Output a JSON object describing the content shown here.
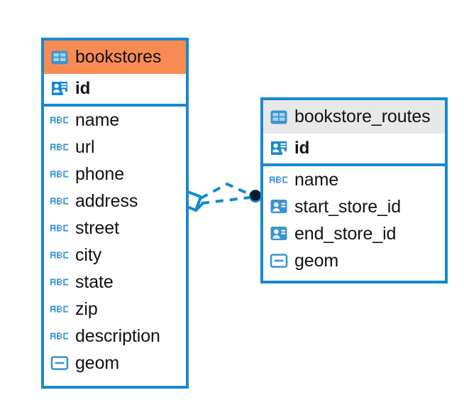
{
  "diagram": {
    "type": "entity-relationship-diagram",
    "colors": {
      "border": "#1789CE",
      "accent_header": "#F98B52",
      "muted_header": "#E8E8E8",
      "icon_blue": "#3C93D0",
      "link": "#1789CE",
      "endpoint": "#0B1A2B",
      "text": "#111111"
    },
    "entities": [
      {
        "name": "bookstores",
        "header_style": "accent",
        "icon": "table-icon",
        "primary_key": {
          "label": "id",
          "icon": "primary-key-icon",
          "type": "serial"
        },
        "fields": [
          {
            "label": "name",
            "icon": "text-abc-icon"
          },
          {
            "label": "url",
            "icon": "text-abc-icon"
          },
          {
            "label": "phone",
            "icon": "text-abc-icon"
          },
          {
            "label": "address",
            "icon": "text-abc-icon"
          },
          {
            "label": "street",
            "icon": "text-abc-icon"
          },
          {
            "label": "city",
            "icon": "text-abc-icon"
          },
          {
            "label": "state",
            "icon": "text-abc-icon"
          },
          {
            "label": "zip",
            "icon": "text-abc-icon"
          },
          {
            "label": "description",
            "icon": "text-abc-icon"
          },
          {
            "label": "geom",
            "icon": "geometry-icon"
          }
        ]
      },
      {
        "name": "bookstore_routes",
        "header_style": "muted",
        "icon": "table-icon",
        "primary_key": {
          "label": "id",
          "icon": "primary-key-icon",
          "type": "serial"
        },
        "fields": [
          {
            "label": "name",
            "icon": "text-abc-icon"
          },
          {
            "label": "start_store_id",
            "icon": "foreign-key-icon"
          },
          {
            "label": "end_store_id",
            "icon": "foreign-key-icon"
          },
          {
            "label": "geom",
            "icon": "geometry-icon"
          }
        ]
      }
    ],
    "relationship": {
      "from": "bookstores",
      "to": "bookstore_routes",
      "from_marker": "crows-foot-diamond",
      "to_marker": "filled-circle",
      "line_style": "dashed"
    }
  }
}
